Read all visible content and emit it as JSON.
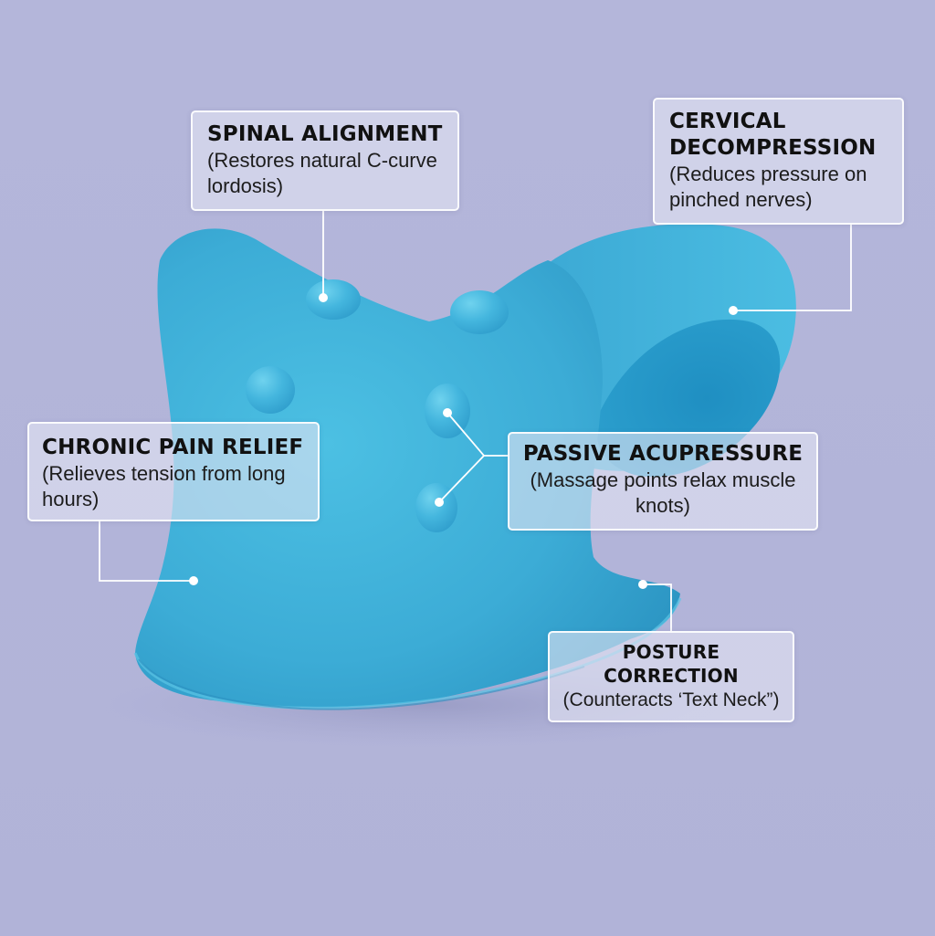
{
  "colors": {
    "background": "#b3b5d9",
    "pillow": "#3fb0d6",
    "leader_line": "#ffffff"
  },
  "callouts": {
    "spinal": {
      "title": "SPINAL ALIGNMENT",
      "desc": "(Restores natural C-curve lordosis)"
    },
    "cervical": {
      "title": "CERVICAL DECOMPRESSION",
      "desc": "(Reduces pressure on pinched nerves)"
    },
    "chronic": {
      "title": "CHRONIC PAIN RELIEF",
      "desc": "(Relieves tension from long hours)"
    },
    "passive": {
      "title": "PASSIVE ACUPRESSURE",
      "desc": "(Massage points relax muscle knots)"
    },
    "posture": {
      "title": "POSTURE CORRECTION",
      "desc": "(Counteracts ‘Text Neck”)"
    }
  }
}
